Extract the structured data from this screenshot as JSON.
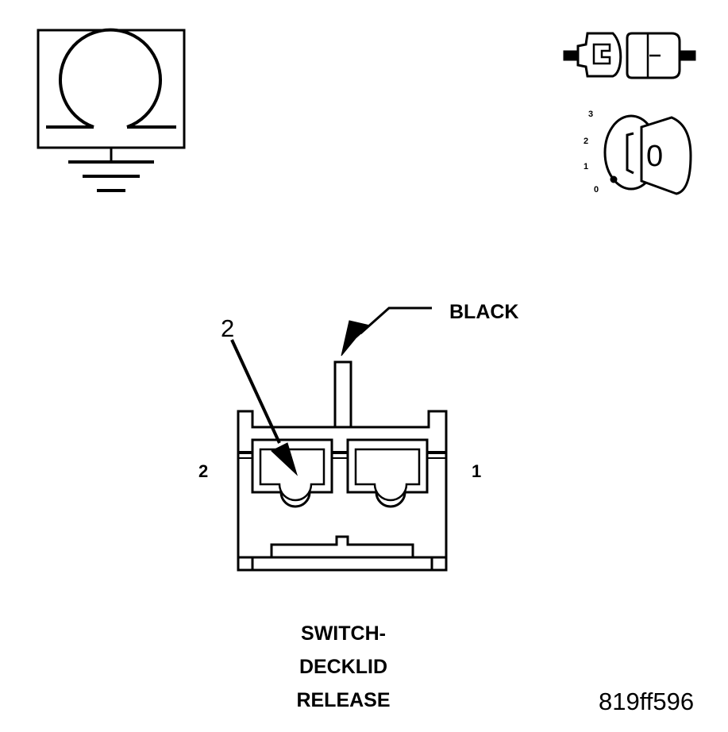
{
  "diagram": {
    "wire_color_label": "BLACK",
    "callout_number": "2",
    "cavity_labels": {
      "left": "2",
      "right": "1"
    },
    "caption_lines": [
      "SWITCH-",
      "DECKLID",
      "RELEASE"
    ],
    "figure_id": "819ff596",
    "ignition_positions": [
      "3",
      "2",
      "1",
      "0"
    ],
    "key_symbol_text": "0",
    "colors": {
      "line": "#000000",
      "background": "#ffffff"
    }
  }
}
